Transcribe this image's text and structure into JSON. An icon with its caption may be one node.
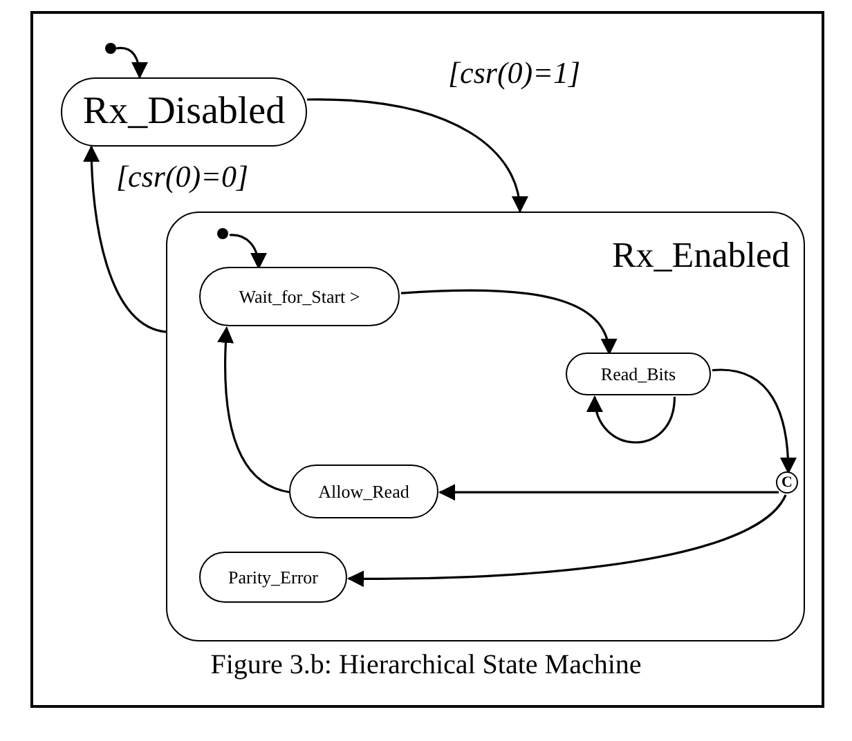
{
  "diagram": {
    "caption": "Figure 3.b: Hierarchical State Machine",
    "nodes": [
      {
        "text": [],
        "shape": "circle"
      },
      {
        "text": [
          "Rx_Disabled"
        ]
      },
      {
        "text": [
          "Rx_Enabled"
        ]
      },
      {
        "text": [],
        "shape": "circle",
        "in": 2
      },
      {
        "text": [
          "Wait_for_Start >"
        ],
        "in": 2
      },
      {
        "text": [
          "Read_Bits"
        ],
        "in": 2
      },
      {
        "text": [
          "C"
        ],
        "in": 2
      },
      {
        "text": [
          "Allow_Read"
        ],
        "in": 2
      },
      {
        "text": [
          "Parity_Error"
        ],
        "in": 2
      }
    ],
    "edges": [
      {
        "from": 0,
        "to": 1,
        "arrow": "to"
      },
      {
        "from": 1,
        "to": 2,
        "arrow": "to",
        "label": "[csr(0)=1]"
      },
      {
        "from": 2,
        "to": 1,
        "arrow": "to",
        "label": "[csr(0)=0]"
      },
      {
        "from": 3,
        "to": 4,
        "arrow": "to"
      },
      {
        "from": 4,
        "to": 5,
        "arrow": "to"
      },
      {
        "from": 5,
        "to": 5,
        "arrow": "to"
      },
      {
        "from": 5,
        "to": 6,
        "arrow": "to"
      },
      {
        "from": 6,
        "to": 7,
        "arrow": "to"
      },
      {
        "from": 6,
        "to": 8,
        "arrow": "to"
      },
      {
        "from": 7,
        "to": 4,
        "arrow": "to"
      }
    ]
  }
}
